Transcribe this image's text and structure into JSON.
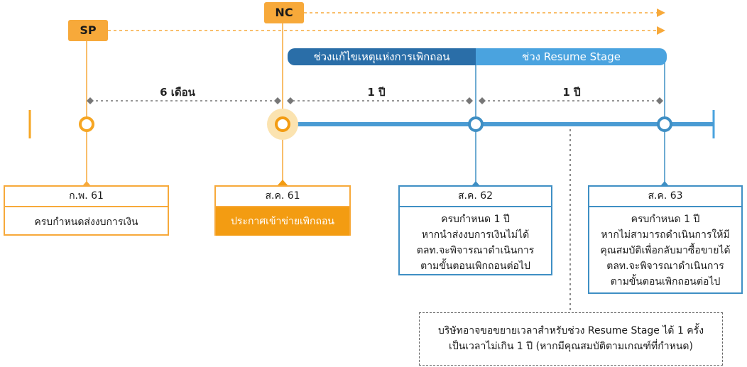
{
  "markers": {
    "sp": "SP",
    "nc": "NC"
  },
  "bands": {
    "fix": "ช่วงแก้ไขเหตุแห่งการเพิกถอน",
    "resume": "ช่วง Resume Stage"
  },
  "durations": {
    "d1": "6 เดือน",
    "d2": "1 ปี",
    "d3": "1 ปี"
  },
  "milestones": [
    {
      "date": "ก.พ. 61",
      "lines": [
        "ครบกำหนดส่งงบการเงิน"
      ]
    },
    {
      "date": "ส.ค. 61",
      "lines": [
        "ประกาศเข้าข่ายเพิกถอน"
      ]
    },
    {
      "date": "ส.ค. 62",
      "lines": [
        "ครบกำหนด 1 ปี",
        "หากนำส่งงบการเงินไม่ได้",
        "ตลท.จะพิจารณาดำเนินการ",
        "ตามขั้นตอนเพิกถอนต่อไป"
      ]
    },
    {
      "date": "ส.ค. 63",
      "lines": [
        "ครบกำหนด 1 ปี",
        "หากไม่สามารถดำเนินการให้มี",
        "คุณสมบัติเพื่อกลับมาซื้อขายได้",
        "ตลท.จะพิจารณาดำเนินการ",
        "ตามขั้นตอนเพิกถอนต่อไป"
      ]
    }
  ],
  "note": {
    "line1": "บริษัทอาจขอขยายเวลาสำหรับช่วง Resume Stage ได้ 1 ครั้ง",
    "line2": "เป็นเวลาไม่เกิน 1 ปี (หากมีคุณสมบัติตามเกณฑ์ที่กำหนด)"
  },
  "colors": {
    "orange": "#f7a93a",
    "orange_dark": "#f39c12",
    "blue": "#3f8fc4",
    "navy": "#2a6ea8",
    "light_blue": "#4aa3df"
  }
}
